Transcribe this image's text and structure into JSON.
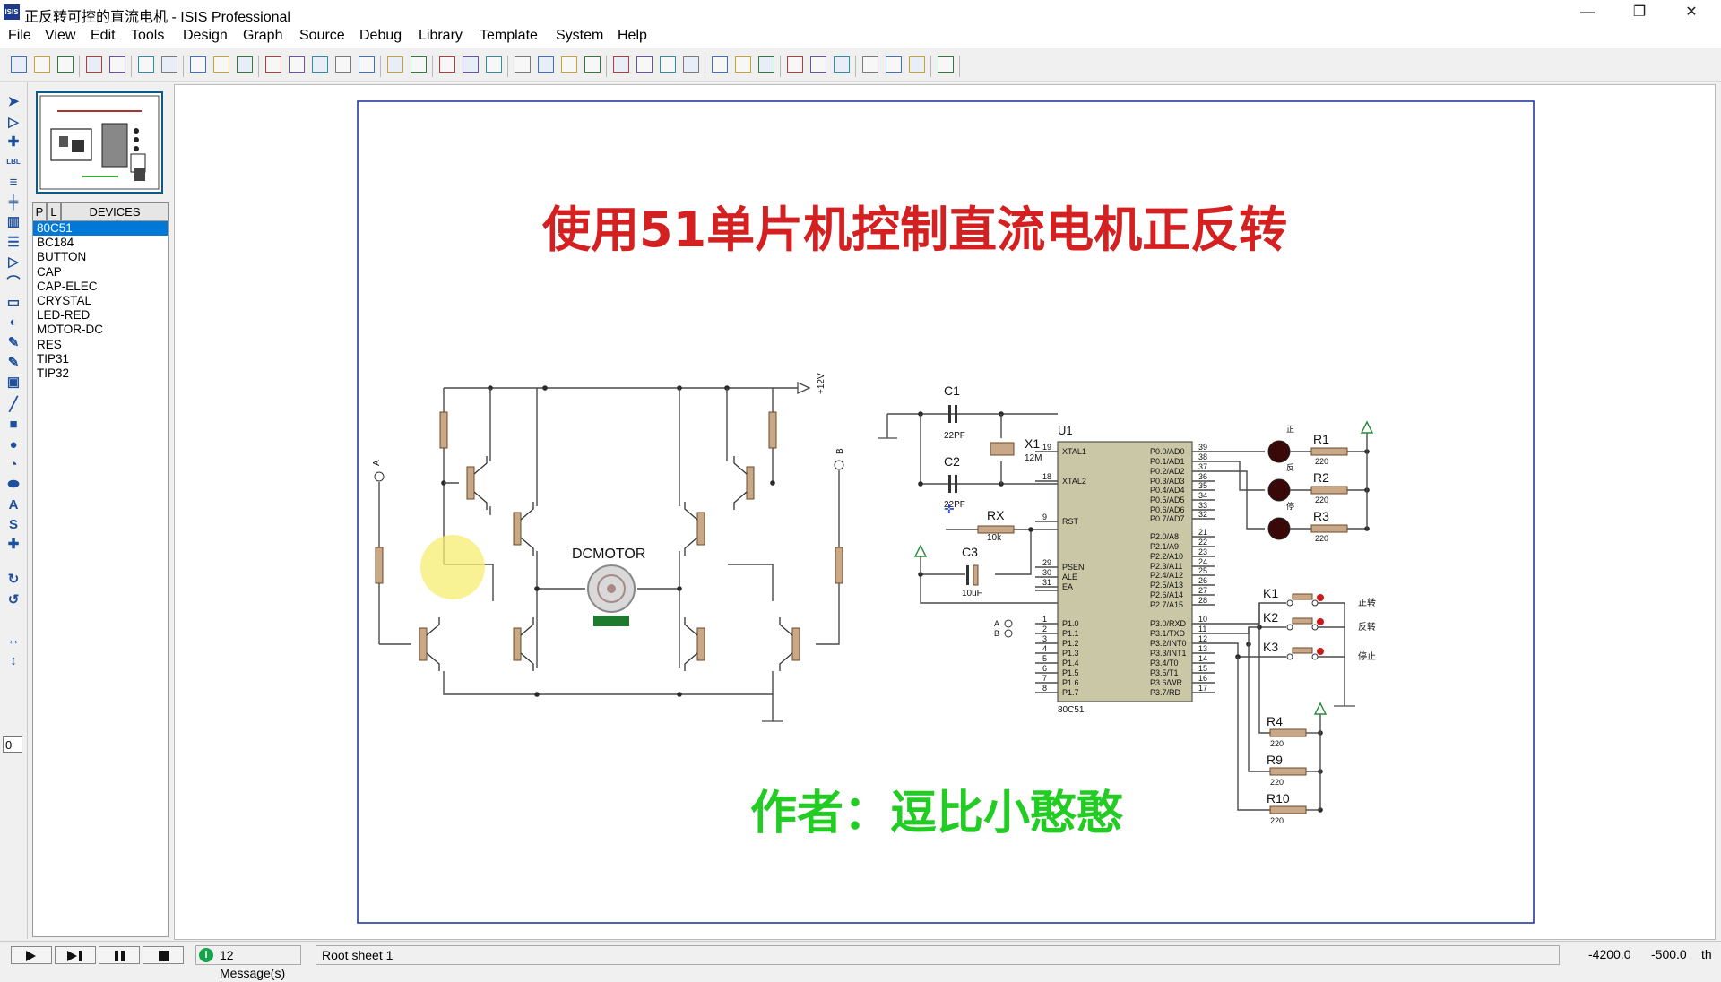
{
  "window": {
    "app_icon_text": "ISIS",
    "title": "正反转可控的直流电机 - ISIS Professional",
    "controls": [
      "minimize-icon",
      "restore-icon",
      "close-icon"
    ]
  },
  "menu": [
    "File",
    "View",
    "Edit",
    "Tools",
    "Design",
    "Graph",
    "Source",
    "Debug",
    "Library",
    "Template",
    "System",
    "Help"
  ],
  "toolbar_icons": [
    "new-icon",
    "open-icon",
    "save-icon",
    "import-icon",
    "export-icon",
    "print-icon",
    "print-area-icon",
    "refresh-icon",
    "grid-icon",
    "origin-icon",
    "pan-icon",
    "zoom-in-icon",
    "zoom-out-icon",
    "zoom-all-icon",
    "zoom-area-icon",
    "undo-icon",
    "redo-icon",
    "cut-icon",
    "copy-icon",
    "paste-icon",
    "block-copy-icon",
    "block-move-icon",
    "block-rotate-icon",
    "block-delete-icon",
    "pick-device-icon",
    "make-device-icon",
    "packaging-icon",
    "decompose-icon",
    "wire-autorouter-icon",
    "search-tag-icon",
    "property-tool-icon",
    "new-sheet-icon",
    "remove-sheet-icon",
    "exit-to-parent-icon",
    "netlist-icon",
    "bom-icon",
    "erc-icon",
    "ares-icon"
  ],
  "left_tool_icons": [
    "selection-mode-icon",
    "component-mode-icon",
    "junction-dot-icon",
    "wire-label-icon",
    "text-script-icon",
    "bus-icon",
    "subcircuit-icon",
    "terminals-icon",
    "device-pin-icon",
    "graph-icon",
    "tape-recorder-icon",
    "generator-icon",
    "voltage-probe-icon",
    "current-probe-icon",
    "virtual-instrument-icon",
    "line-2d-icon",
    "box-2d-icon",
    "circle-2d-icon",
    "arc-2d-icon",
    "path-2d-icon",
    "text-2d-icon",
    "symbol-2d-icon",
    "marker-2d-icon",
    "rotate-cw-icon",
    "rotate-ccw-icon",
    "mirror-x-icon",
    "mirror-y-icon"
  ],
  "rotation_value": "0",
  "device_panel": {
    "tab_p": "P",
    "tab_l": "L",
    "header": "DEVICES",
    "devices": [
      "80C51",
      "BC184",
      "BUTTON",
      "CAP",
      "CAP-ELEC",
      "CRYSTAL",
      "LED-RED",
      "MOTOR-DC",
      "RES",
      "TIP31",
      "TIP32"
    ],
    "selected": "80C51"
  },
  "schematic": {
    "title": "使用51单片机控制直流电机正反转",
    "author": "作者：逗比小憨憨",
    "title_color": "#d42020",
    "author_color": "#22cc22",
    "supply_label": "+12V",
    "motor_label": "DCMOTOR",
    "terminal_a": "A",
    "terminal_b": "B",
    "mcu_ref": "U1",
    "mcu_part": "80C51",
    "mcu_left_pins": [
      {
        "num": "19",
        "name": "XTAL1"
      },
      {
        "num": "18",
        "name": "XTAL2"
      },
      {
        "num": "9",
        "name": "RST"
      },
      {
        "num": "29",
        "name": "PSEN"
      },
      {
        "num": "30",
        "name": "ALE"
      },
      {
        "num": "31",
        "name": "EA"
      },
      {
        "num": "1",
        "name": "P1.0"
      },
      {
        "num": "2",
        "name": "P1.1"
      },
      {
        "num": "3",
        "name": "P1.2"
      },
      {
        "num": "4",
        "name": "P1.3"
      },
      {
        "num": "5",
        "name": "P1.4"
      },
      {
        "num": "6",
        "name": "P1.5"
      },
      {
        "num": "7",
        "name": "P1.6"
      },
      {
        "num": "8",
        "name": "P1.7"
      }
    ],
    "mcu_right_pins": [
      {
        "num": "39",
        "name": "P0.0/AD0"
      },
      {
        "num": "38",
        "name": "P0.1/AD1"
      },
      {
        "num": "37",
        "name": "P0.2/AD2"
      },
      {
        "num": "36",
        "name": "P0.3/AD3"
      },
      {
        "num": "35",
        "name": "P0.4/AD4"
      },
      {
        "num": "34",
        "name": "P0.5/AD5"
      },
      {
        "num": "33",
        "name": "P0.6/AD6"
      },
      {
        "num": "32",
        "name": "P0.7/AD7"
      },
      {
        "num": "21",
        "name": "P2.0/A8"
      },
      {
        "num": "22",
        "name": "P2.1/A9"
      },
      {
        "num": "23",
        "name": "P2.2/A10"
      },
      {
        "num": "24",
        "name": "P2.3/A11"
      },
      {
        "num": "25",
        "name": "P2.4/A12"
      },
      {
        "num": "26",
        "name": "P2.5/A13"
      },
      {
        "num": "27",
        "name": "P2.6/A14"
      },
      {
        "num": "28",
        "name": "P2.7/A15"
      },
      {
        "num": "10",
        "name": "P3.0/RXD"
      },
      {
        "num": "11",
        "name": "P3.1/TXD"
      },
      {
        "num": "12",
        "name": "P3.2/INT0"
      },
      {
        "num": "13",
        "name": "P3.3/INT1"
      },
      {
        "num": "14",
        "name": "P3.4/T0"
      },
      {
        "num": "15",
        "name": "P3.5/T1"
      },
      {
        "num": "16",
        "name": "P3.6/WR"
      },
      {
        "num": "17",
        "name": "P3.7/RD"
      }
    ],
    "c1": {
      "ref": "C1",
      "value": "22PF"
    },
    "c2": {
      "ref": "C2",
      "value": "22PF"
    },
    "c3": {
      "ref": "C3",
      "value": "10uF"
    },
    "x1": {
      "ref": "X1",
      "value": "12M"
    },
    "rx": {
      "ref": "RX",
      "value": "10k"
    },
    "leds": [
      {
        "label": "正",
        "ref": "R1",
        "value": "220"
      },
      {
        "label": "反",
        "ref": "R2",
        "value": "220"
      },
      {
        "label": "停",
        "ref": "R3",
        "value": "220"
      }
    ],
    "keys": [
      {
        "ref": "K1",
        "label": "正转"
      },
      {
        "ref": "K2",
        "label": "反转"
      },
      {
        "ref": "K3",
        "label": "停止"
      }
    ],
    "pullups": [
      {
        "ref": "R4",
        "value": "220"
      },
      {
        "ref": "R9",
        "value": "220"
      },
      {
        "ref": "R10",
        "value": "220"
      }
    ]
  },
  "status": {
    "messages": "12 Message(s)",
    "message_icon": "i",
    "sheet": "Root sheet 1",
    "x": "-4200.0",
    "y": "-500.0",
    "unit": "th"
  }
}
